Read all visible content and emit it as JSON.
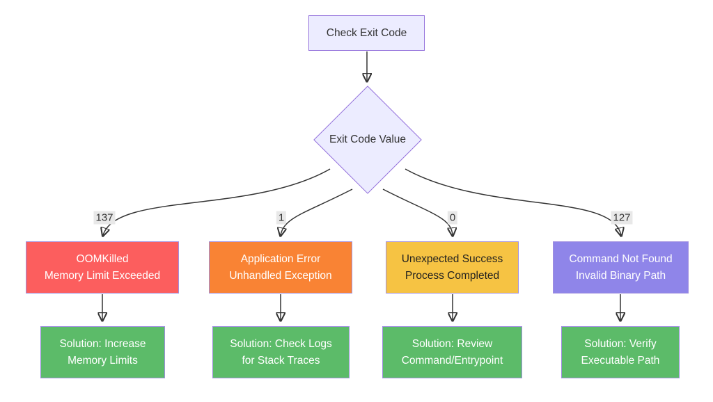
{
  "diagram": {
    "type": "flowchart",
    "start_node": {
      "label": "Check Exit Code"
    },
    "decision_node": {
      "label": "Exit Code Value"
    },
    "edge_labels": [
      "137",
      "1",
      "0",
      "127"
    ],
    "cause_nodes": [
      {
        "line1": "OOMKilled",
        "line2": "Memory Limit Exceeded",
        "fill": "#FC5E5E",
        "text": "#FFFFFF"
      },
      {
        "line1": "Application Error",
        "line2": "Unhandled Exception",
        "fill": "#F98334",
        "text": "#FFFFFF"
      },
      {
        "line1": "Unexpected Success",
        "line2": "Process Completed",
        "fill": "#F6C343",
        "text": "#1F1F1F"
      },
      {
        "line1": "Command Not Found",
        "line2": "Invalid Binary Path",
        "fill": "#8F85E9",
        "text": "#FFFFFF"
      }
    ],
    "solution_nodes": [
      {
        "line1": "Solution: Increase",
        "line2": "Memory Limits",
        "fill": "#5CBB69",
        "text": "#FFFFFF"
      },
      {
        "line1": "Solution: Check Logs",
        "line2": "for Stack Traces",
        "fill": "#5CBB69",
        "text": "#FFFFFF"
      },
      {
        "line1": "Solution: Review",
        "line2": "Command/Entrypoint",
        "fill": "#5CBB69",
        "text": "#FFFFFF"
      },
      {
        "line1": "Solution: Verify",
        "line2": "Executable Path",
        "fill": "#5CBB69",
        "text": "#FFFFFF"
      }
    ],
    "colors": {
      "default_node_fill": "#ECECFF",
      "default_node_border": "#9370DB",
      "colored_node_border": "#A08FDF",
      "arrow": "#333333",
      "edge_label_background": "#E8E8E8",
      "text_dark": "#333333"
    }
  }
}
